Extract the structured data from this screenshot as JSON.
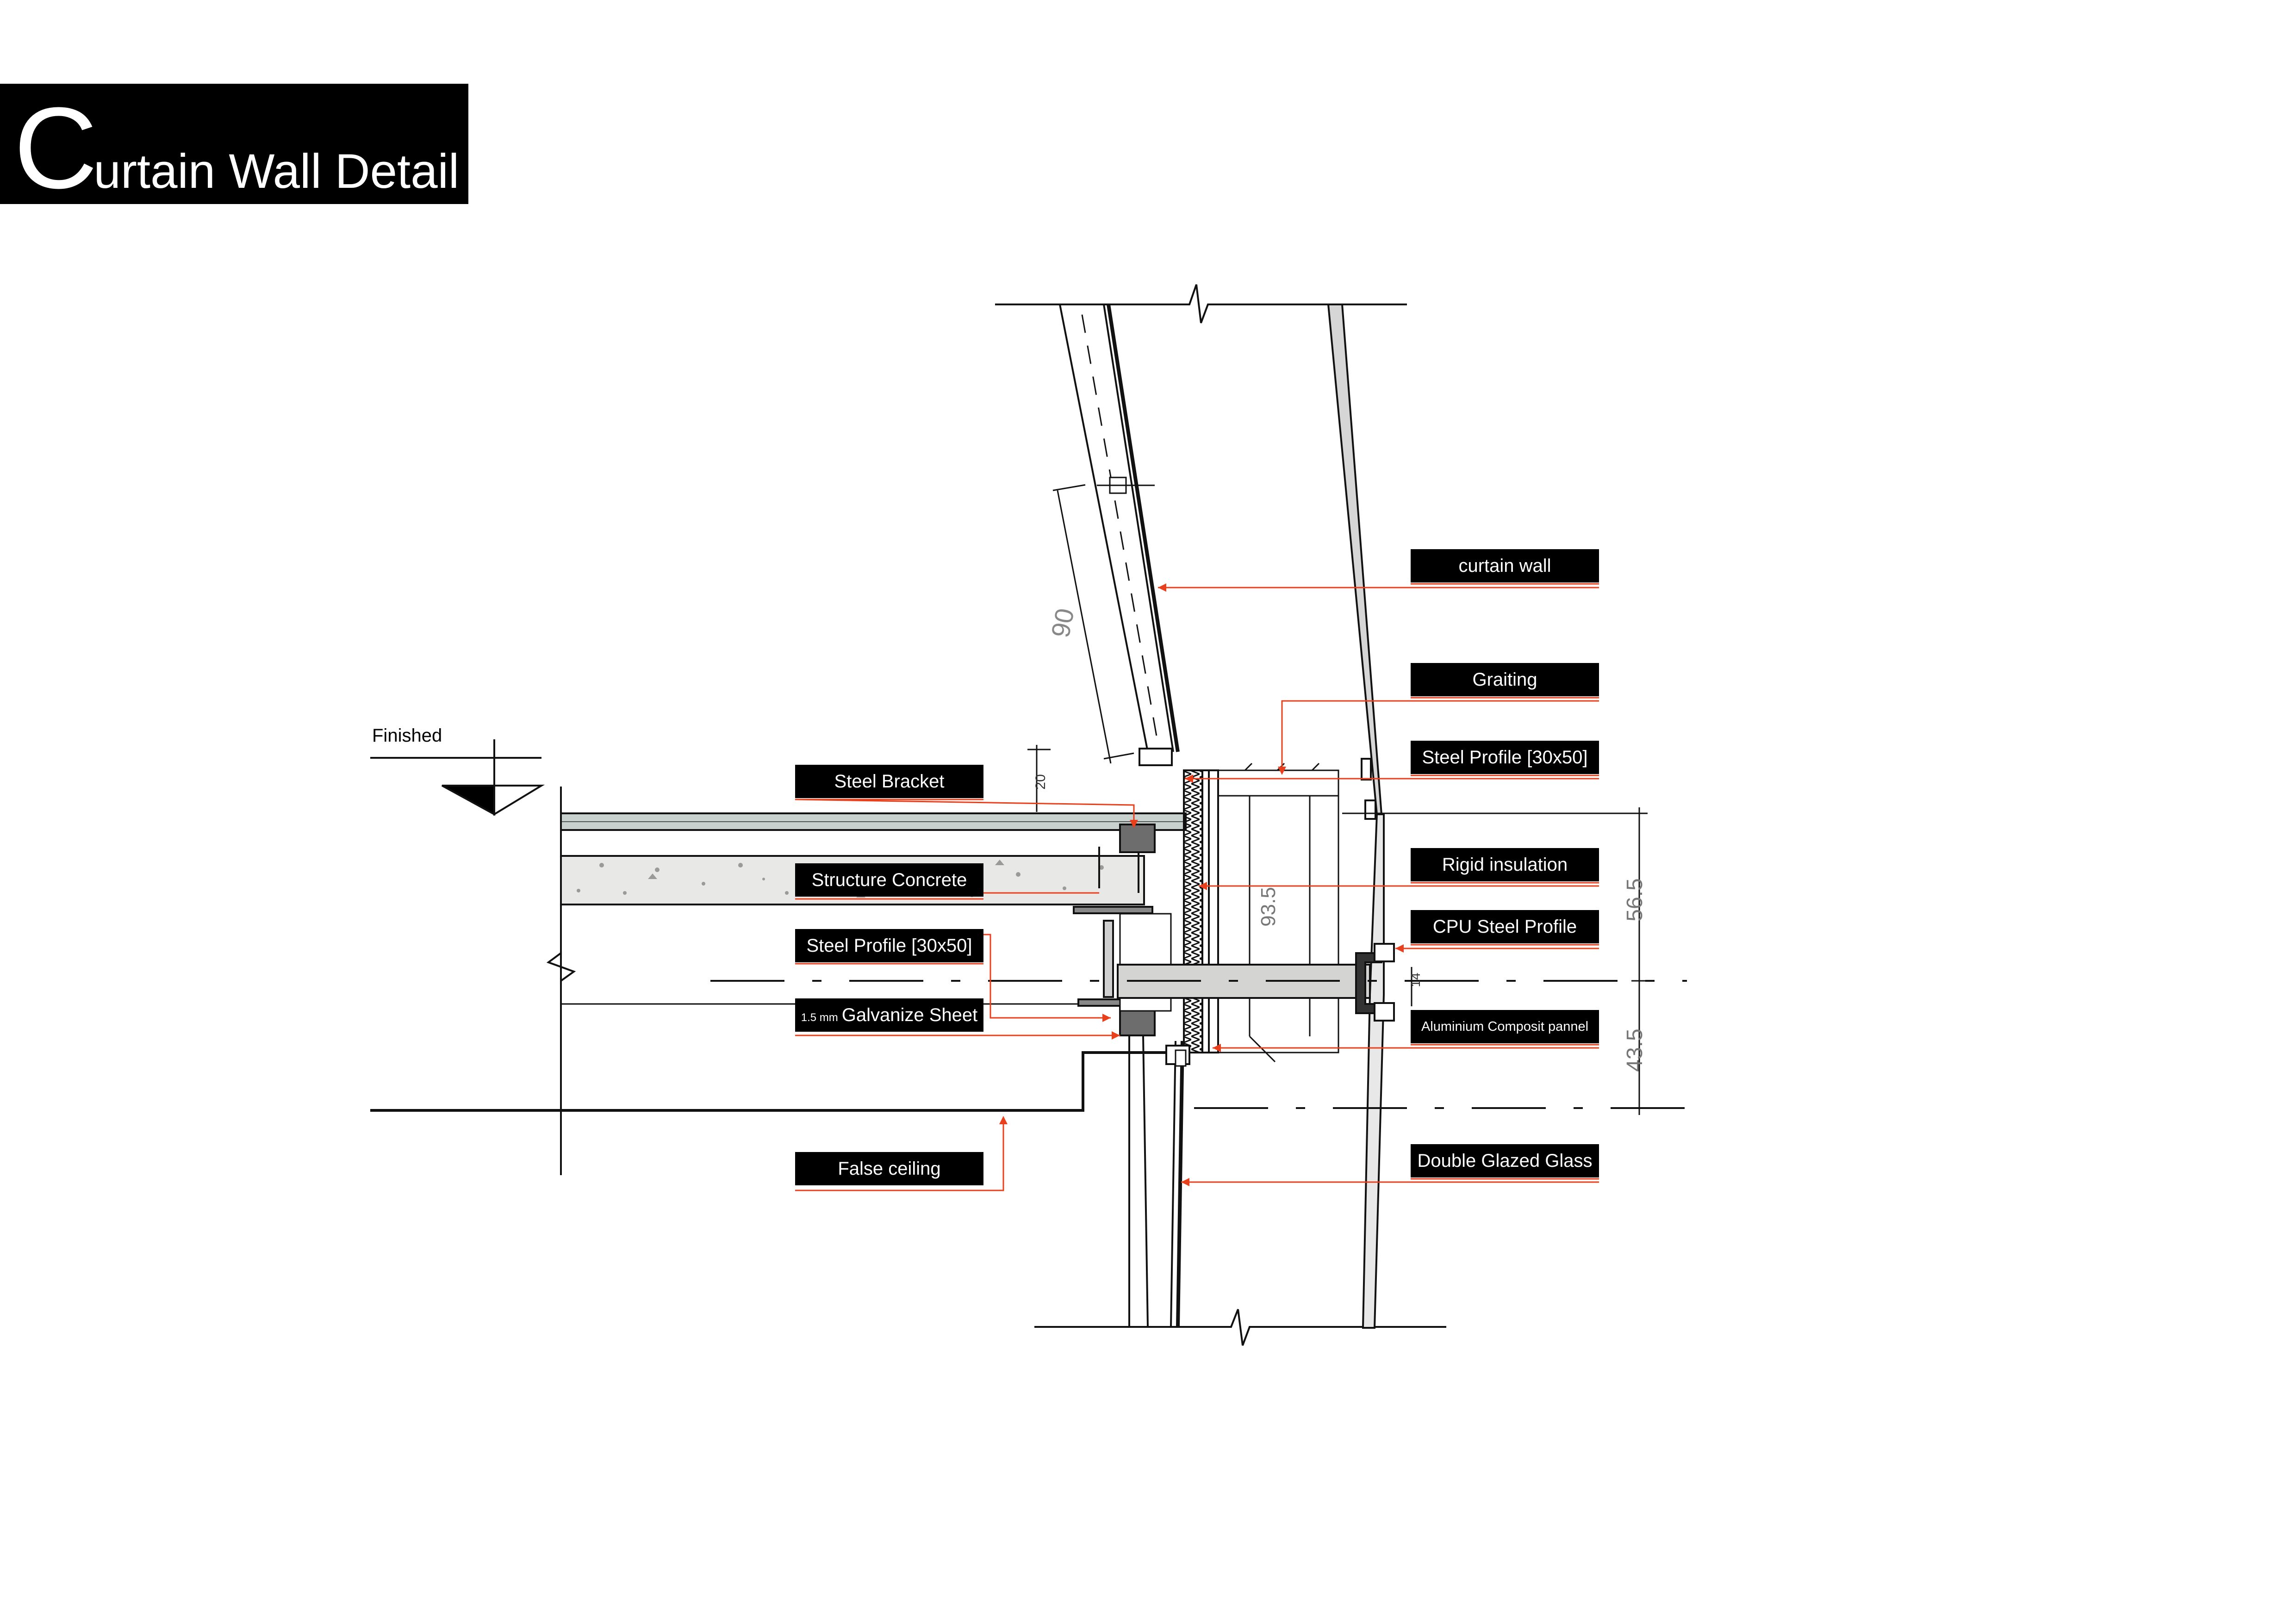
{
  "title": {
    "initial": "C",
    "rest": "urtain Wall Detail"
  },
  "annotations": {
    "finished": "Finished"
  },
  "labels": {
    "curtain_wall": "curtain wall",
    "graiting": "Graiting",
    "steel_profile_right": "Steel Profile [30x50]",
    "rigid_insulation": "Rigid insulation",
    "cpu_steel_profile": "CPU Steel Profile",
    "aluminium_composite_pannel": "Aluminium Composit pannel",
    "double_glazed_glass": "Double Glazed Glass",
    "steel_bracket": "Steel Bracket",
    "structure_concrete": "Structure  Concrete",
    "steel_profile_left": "Steel Profile [30x50]",
    "galvanize_sheet_prefix": "1.5 mm",
    "galvanize_sheet": "Galvanize Sheet",
    "false_ceiling": "False ceiling"
  },
  "dimensions": {
    "glass_length": "90",
    "glass_offset": "20",
    "panel_height": "93.5",
    "upper_height": "56.5",
    "lower_height": "43.5",
    "small_gap": "14"
  },
  "colors": {
    "leader": "#e8401c",
    "label_bg": "#000000",
    "label_text": "#ffffff",
    "concrete": "#e6e6e4",
    "slab_top": "#c9d1cf",
    "bracket": "#6d6d6d",
    "panel": "#d4d4d2",
    "dimension": "#8a8a8a"
  }
}
